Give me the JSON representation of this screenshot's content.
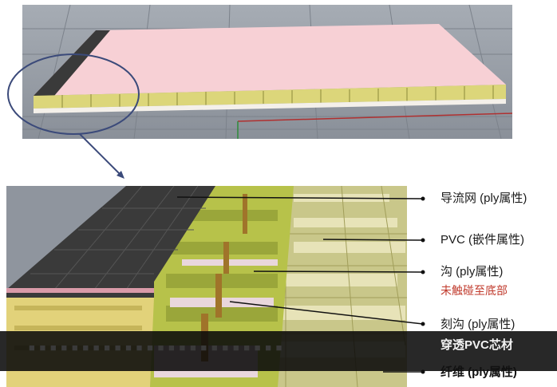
{
  "callouts": {
    "flow_mesh": "导流网 (ply属性)",
    "pvc": "PVC (嵌件属性)",
    "groove": "沟 (ply属性)",
    "groove_note": "未触碰至底部",
    "score_groove": "刻沟 (ply属性)",
    "score_groove_note": "穿透PVC芯材",
    "fiber": "纤维 (ply属性)"
  },
  "overlay_band": {
    "faint_text": "■ ■ ■ ■ ■ ■ ■ ■ ■ ■ ■ ■ ■ ■ ■ ■ ■ ■ ■ ■ ■ ■ ■ ■"
  },
  "colors": {
    "skin_pink": "#f7d0d5",
    "core_yellow": "#d8d36a",
    "flow_mesh_dark": "#3b3b3b",
    "note_red": "#c0392b",
    "callout_line": "#111111",
    "viewport_grey": "#8f959e"
  }
}
